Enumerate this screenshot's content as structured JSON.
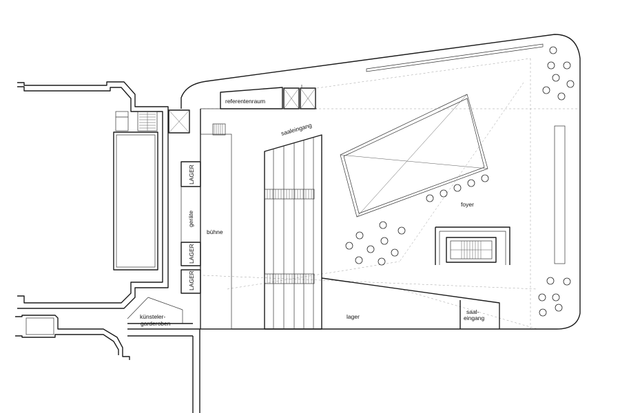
{
  "rooms": {
    "referentenraum": "referentenraum",
    "saaleingang_top": "saaleingang",
    "lager_1": "LAGER",
    "geraete": "geräte",
    "lager_2": "LAGER",
    "lager_3": "LAGER",
    "buehne": "bühne",
    "foyer": "foyer",
    "lager_bottom": "lager",
    "saaleingang_bottom_1": "saal-",
    "saaleingang_bottom_2": "eingang",
    "kuenstler_1": "künsteler-",
    "kuenstler_2": "garderoben"
  }
}
